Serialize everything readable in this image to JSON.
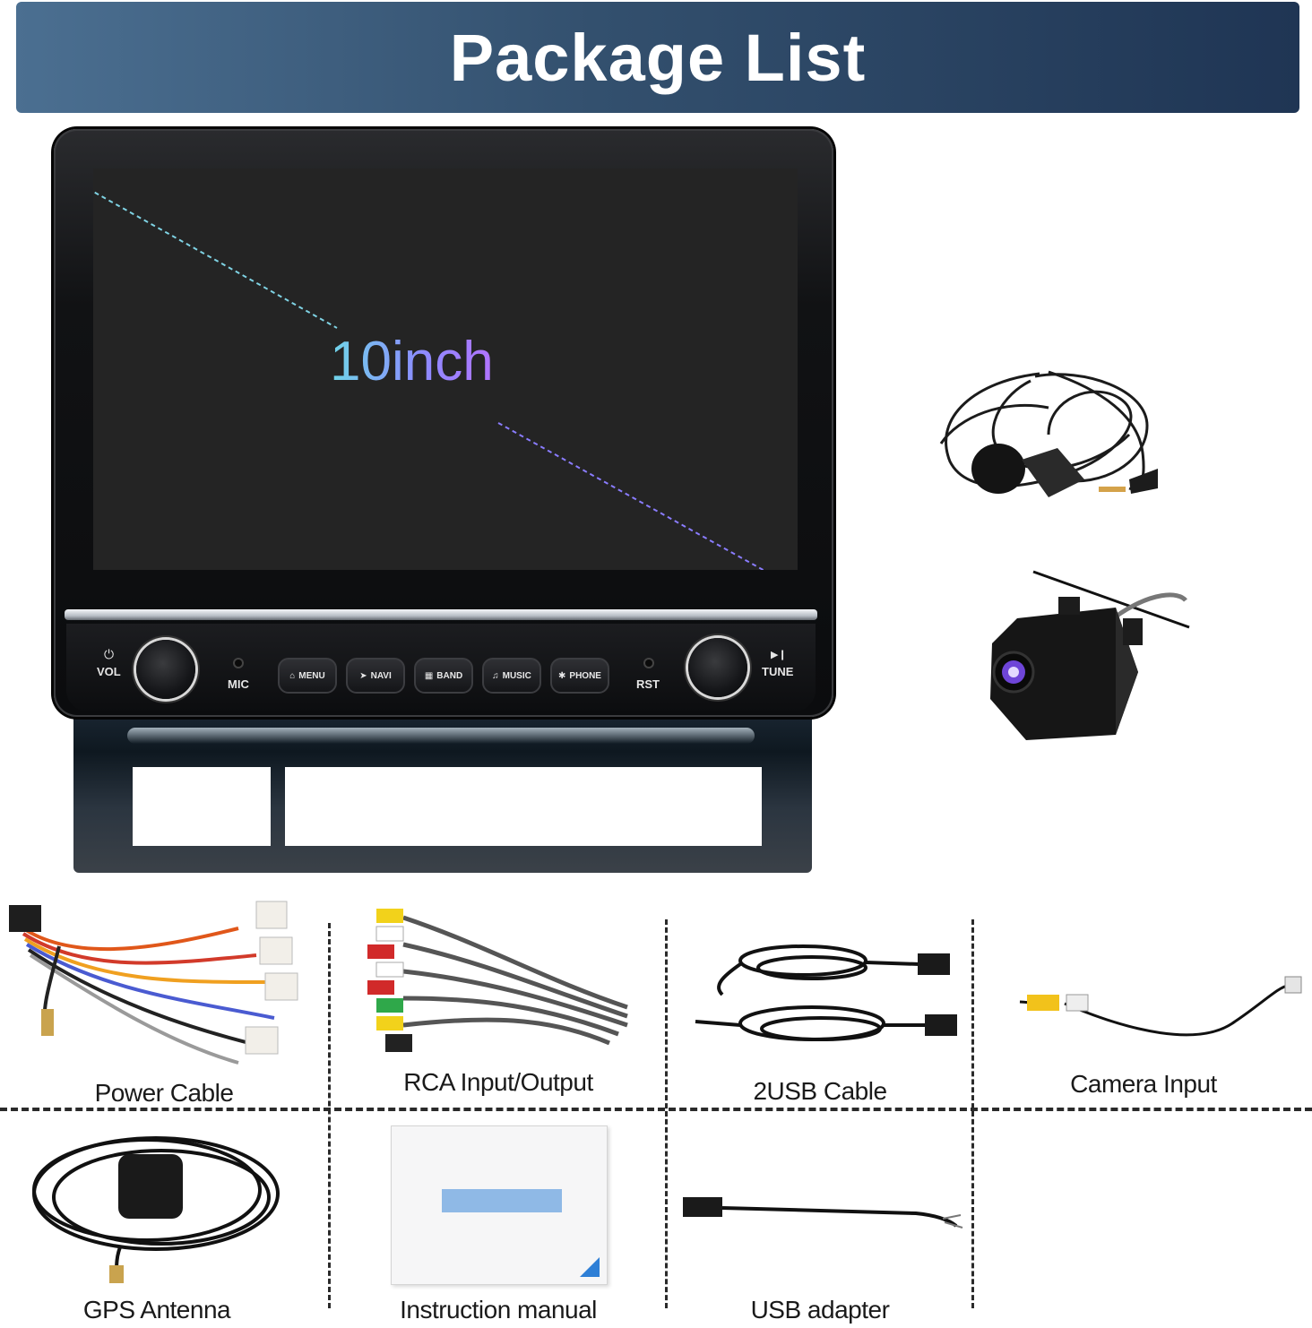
{
  "header": {
    "title": "Package List"
  },
  "head_unit": {
    "screen_size": "10inch",
    "left_knob_label": "VOL",
    "mic_label": "MIC",
    "rst_label": "RST",
    "right_knob_label": "TUNE",
    "buttons": [
      "MENU",
      "NAVI",
      "BAND",
      "MUSIC",
      "PHONE"
    ]
  },
  "items": [
    {
      "label": "Power Cable"
    },
    {
      "label": "RCA Input/Output"
    },
    {
      "label": "2USB Cable"
    },
    {
      "label": "Camera Input"
    },
    {
      "label": "GPS Antenna"
    },
    {
      "label": "Instruction manual"
    },
    {
      "label": "USB adapter"
    }
  ],
  "accessory_icons": [
    "microphone-icon",
    "rear-camera-icon"
  ],
  "colors": {
    "banner_start": "#4b6f91",
    "banner_end": "#1f3554"
  }
}
